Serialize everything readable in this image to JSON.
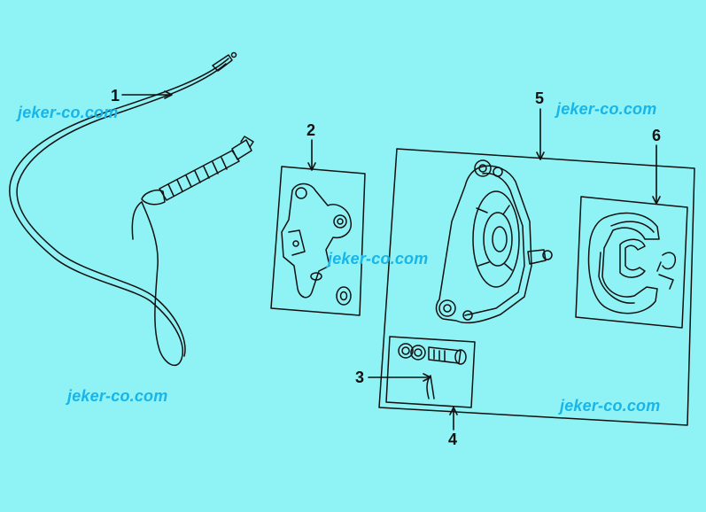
{
  "watermarks": [
    "jeker-co.com",
    "jeker-co.com",
    "jeker-co.com",
    "jeker-co.com",
    "jeker-co.com"
  ],
  "callouts": [
    "1",
    "2",
    "3",
    "4",
    "5",
    "6"
  ],
  "colors": {
    "background": "#8ff2f4",
    "watermark": "#19b5e8",
    "line": "#111111"
  }
}
